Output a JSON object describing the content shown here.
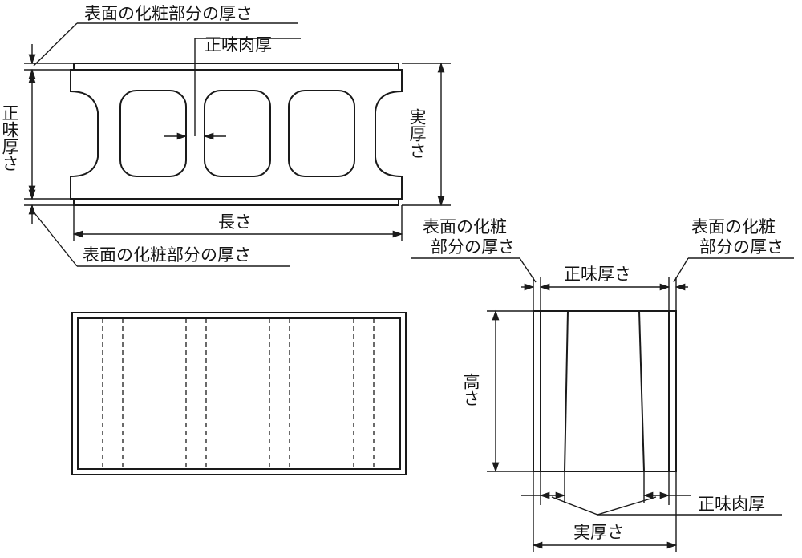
{
  "labels": {
    "top_facing": "表面の化粧部分の厚さ",
    "top_web": "正味肉厚",
    "left_net": "正味厚さ",
    "right_actual": "実厚さ",
    "length": "長さ",
    "bottom_facing": "表面の化粧部分の厚さ",
    "side_facing_left_line1": "表面の化粧",
    "side_facing_left_line2": "部分の厚さ",
    "side_facing_right_line1": "表面の化粧",
    "side_facing_right_line2": "部分の厚さ",
    "side_net": "正味厚さ",
    "side_height": "高さ",
    "side_web": "正味肉厚",
    "side_actual": "実厚さ"
  }
}
